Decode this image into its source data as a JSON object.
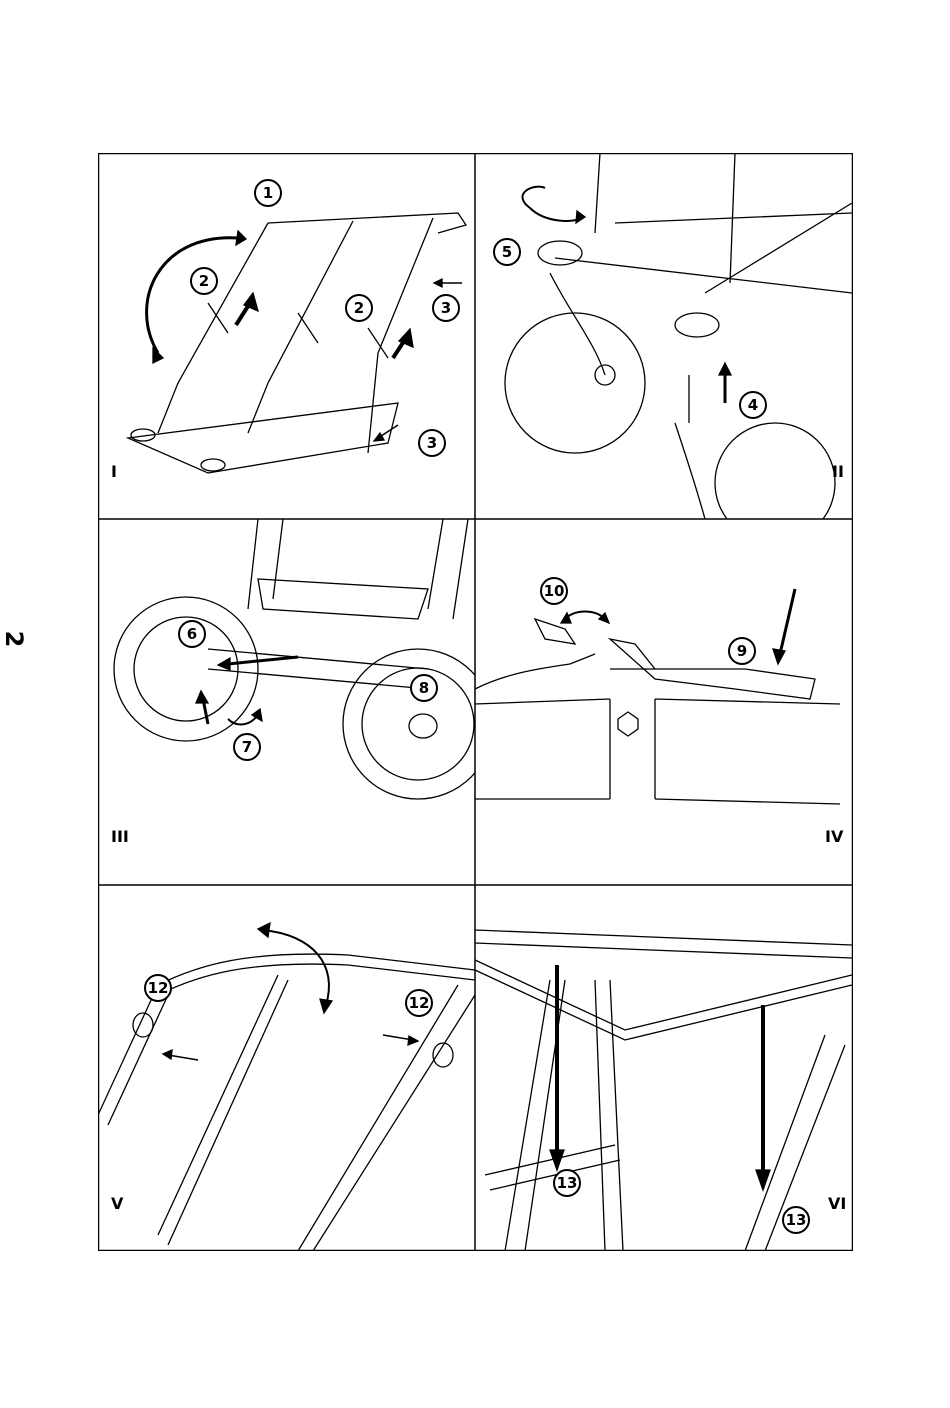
{
  "page_number": "2",
  "panels": [
    {
      "label": "I",
      "callouts": [
        "1",
        "2",
        "2",
        "3",
        "3"
      ]
    },
    {
      "label": "II",
      "callouts": [
        "5",
        "4"
      ]
    },
    {
      "label": "III",
      "callouts": [
        "6",
        "8",
        "7"
      ]
    },
    {
      "label": "IV",
      "callouts": [
        "10",
        "9"
      ]
    },
    {
      "label": "V",
      "callouts": [
        "12",
        "12"
      ]
    },
    {
      "label": "VI",
      "callouts": [
        "13",
        "13"
      ]
    }
  ]
}
